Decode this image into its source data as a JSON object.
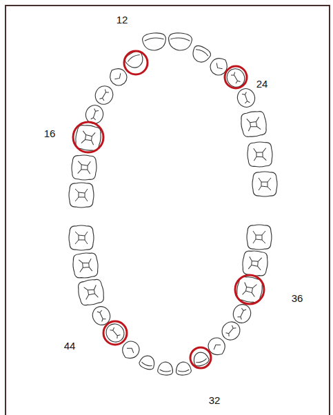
{
  "diagram": {
    "labels": [
      "12",
      "24",
      "16",
      "36",
      "44",
      "32"
    ]
  }
}
